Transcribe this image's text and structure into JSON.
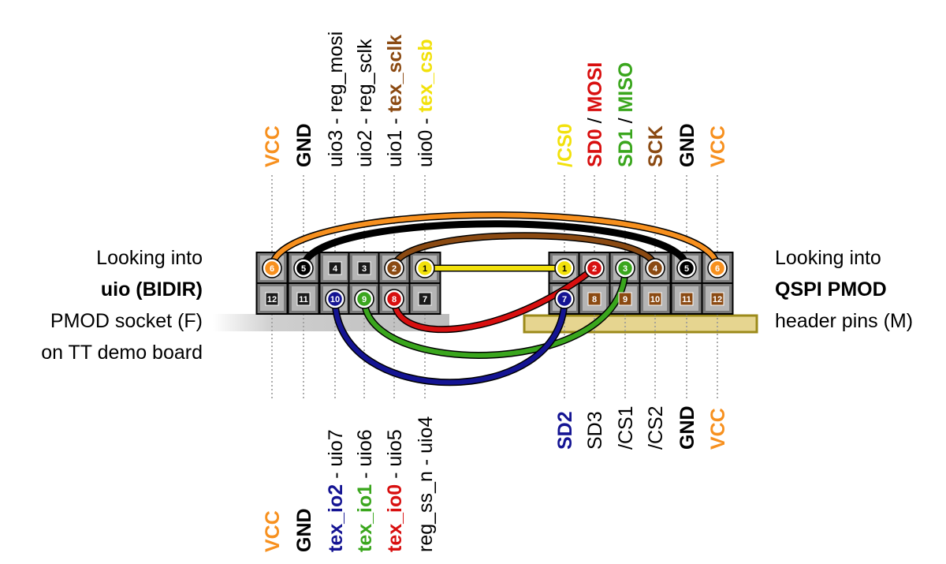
{
  "left_side": {
    "line1": "Looking into",
    "line2": "uio (BIDIR)",
    "line3": "PMOD socket (F)",
    "line4": "on TT demo board"
  },
  "right_side": {
    "line1": "Looking into",
    "line2": "QSPI PMOD",
    "line3": "header pins (M)"
  },
  "colors": {
    "vcc": "#f7901e",
    "gnd": "#000000",
    "text": "#000000",
    "brown": "#8b4a12",
    "yellow": "#f2e10b",
    "red": "#d80f0f",
    "green": "#3aa61d",
    "blue": "#141493",
    "gray": "#7a7a7a"
  },
  "left_top_labels": [
    {
      "segments": [
        {
          "text": "VCC",
          "color": "#f7901e",
          "bold": true
        }
      ]
    },
    {
      "segments": [
        {
          "text": "GND",
          "color": "#000000",
          "bold": true
        }
      ]
    },
    {
      "segments": [
        {
          "text": "uio3 - ",
          "color": "#000000",
          "bold": false
        },
        {
          "text": "reg_mosi",
          "color": "#000000",
          "bold": false
        }
      ]
    },
    {
      "segments": [
        {
          "text": "uio2 - ",
          "color": "#000000",
          "bold": false
        },
        {
          "text": "reg_sclk",
          "color": "#000000",
          "bold": false
        }
      ]
    },
    {
      "segments": [
        {
          "text": "uio1 - ",
          "color": "#000000",
          "bold": false
        },
        {
          "text": "tex_sclk",
          "color": "#8b4a12",
          "bold": true
        }
      ]
    },
    {
      "segments": [
        {
          "text": "uio0 - ",
          "color": "#000000",
          "bold": false
        },
        {
          "text": "tex_csb",
          "color": "#f2e10b",
          "bold": true
        }
      ]
    }
  ],
  "left_bottom_labels": [
    {
      "segments": [
        {
          "text": "VCC",
          "color": "#f7901e",
          "bold": true
        }
      ]
    },
    {
      "segments": [
        {
          "text": "GND",
          "color": "#000000",
          "bold": true
        }
      ]
    },
    {
      "segments": [
        {
          "text": "tex_io2",
          "color": "#141493",
          "bold": true
        },
        {
          "text": " - uio7",
          "color": "#000000",
          "bold": false
        }
      ]
    },
    {
      "segments": [
        {
          "text": "tex_io1",
          "color": "#3aa61d",
          "bold": true
        },
        {
          "text": " - uio6",
          "color": "#000000",
          "bold": false
        }
      ]
    },
    {
      "segments": [
        {
          "text": "tex_io0",
          "color": "#d80f0f",
          "bold": true
        },
        {
          "text": " - uio5",
          "color": "#000000",
          "bold": false
        }
      ]
    },
    {
      "segments": [
        {
          "text": "reg_ss_n",
          "color": "#000000",
          "bold": false
        },
        {
          "text": " - uio4",
          "color": "#000000",
          "bold": false
        }
      ]
    }
  ],
  "right_top_labels": [
    {
      "segments": [
        {
          "text": "/CS0",
          "color": "#f2e10b",
          "bold": true
        }
      ]
    },
    {
      "segments": [
        {
          "text": "SD0",
          "color": "#d80f0f",
          "bold": true
        },
        {
          "text": " / ",
          "color": "#000000",
          "bold": false
        },
        {
          "text": "MOSI",
          "color": "#d80f0f",
          "bold": true
        }
      ]
    },
    {
      "segments": [
        {
          "text": "SD1",
          "color": "#3aa61d",
          "bold": true
        },
        {
          "text": " / ",
          "color": "#000000",
          "bold": false
        },
        {
          "text": "MISO",
          "color": "#3aa61d",
          "bold": true
        }
      ]
    },
    {
      "segments": [
        {
          "text": "SCK",
          "color": "#8b4a12",
          "bold": true
        }
      ]
    },
    {
      "segments": [
        {
          "text": "GND",
          "color": "#000000",
          "bold": true
        }
      ]
    },
    {
      "segments": [
        {
          "text": "VCC",
          "color": "#f7901e",
          "bold": true
        }
      ]
    }
  ],
  "right_bottom_labels": [
    {
      "segments": [
        {
          "text": "SD2",
          "color": "#141493",
          "bold": true
        }
      ]
    },
    {
      "segments": [
        {
          "text": "SD3",
          "color": "#000000",
          "bold": false
        }
      ]
    },
    {
      "segments": [
        {
          "text": "/CS1",
          "color": "#000000",
          "bold": false
        }
      ]
    },
    {
      "segments": [
        {
          "text": "/CS2",
          "color": "#000000",
          "bold": false
        }
      ]
    },
    {
      "segments": [
        {
          "text": "GND",
          "color": "#000000",
          "bold": true
        }
      ]
    },
    {
      "segments": [
        {
          "text": "VCC",
          "color": "#f7901e",
          "bold": true
        }
      ]
    }
  ],
  "left_top_pins": [
    "6",
    "5",
    "4",
    "3",
    "2",
    "1"
  ],
  "left_bottom_pins": [
    "12",
    "11",
    "10",
    "9",
    "8",
    "7"
  ],
  "right_top_pins": [
    "1",
    "2",
    "3",
    "4",
    "5",
    "6"
  ],
  "right_bottom_pins": [
    "7",
    "8",
    "9",
    "10",
    "11",
    "12"
  ]
}
